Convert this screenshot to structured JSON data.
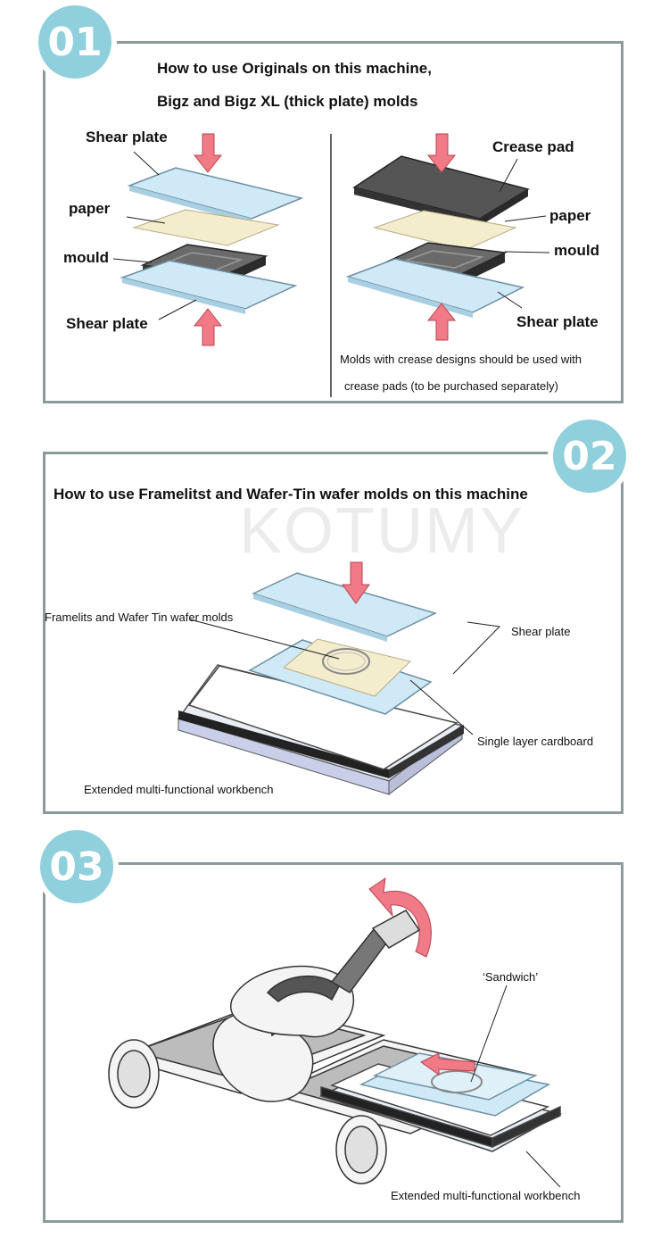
{
  "panel1": {
    "badge": "01",
    "title_line1": "How to use Originals on this machine,",
    "title_line2": "Bigz and Bigz XL (thick plate) molds",
    "left": {
      "top_plate": "Shear plate",
      "paper": "paper",
      "mould": "mould",
      "bottom_plate": "Shear plate"
    },
    "right": {
      "crease_pad": "Crease pad",
      "paper": "paper",
      "mould": "mould",
      "shear_plate": "Shear plate"
    },
    "note_line1": "Molds with crease designs should be used with",
    "note_line2": "crease pads (to be purchased separately)"
  },
  "panel2": {
    "badge": "02",
    "title": "How to use Framelitst and Wafer-Tin wafer molds on this machine",
    "watermark": "KOTUMY",
    "label_molds": "Framelits and Wafer Tin wafer molds",
    "label_shear": "Shear plate",
    "label_cardboard": "Single layer cardboard",
    "label_workbench": "Extended multi-functional workbench"
  },
  "panel3": {
    "badge": "03",
    "label_sandwich": "‘Sandwich’",
    "label_workbench": "Extended multi-functional workbench"
  },
  "colors": {
    "badge": "#8fd0dc",
    "border": "#8c9a9a",
    "arrow": "#f07a86",
    "plate": "#cfe9f6",
    "paper": "#f3eccd",
    "mould": "#4a4a4a"
  }
}
